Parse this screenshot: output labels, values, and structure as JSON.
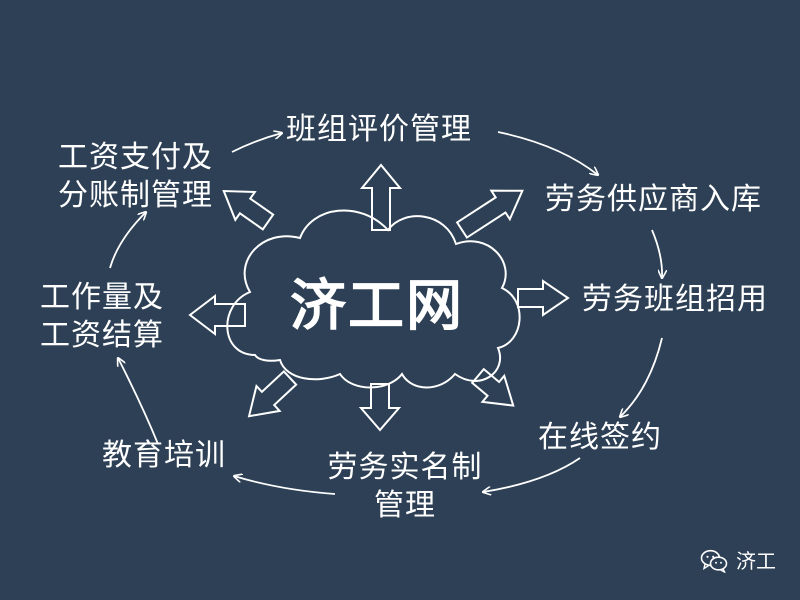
{
  "center": {
    "label": "济工网"
  },
  "nodes": {
    "team_evaluation": "班组评价管理",
    "labor_supplier": "劳务供应商入库",
    "team_recruitment": "劳务班组招用",
    "online_signing": "在线签约",
    "realname_management": [
      "劳务实名制",
      "管理"
    ],
    "education_training": "教育培训",
    "workload_settlement": [
      "工作量及",
      "工资结算"
    ],
    "wage_payment": [
      "工资支付及",
      "分账制管理"
    ]
  },
  "watermark": {
    "label": "济工",
    "icon": "wechat-icon"
  },
  "colors": {
    "background": "#2d4055",
    "foreground": "#ffffff"
  }
}
